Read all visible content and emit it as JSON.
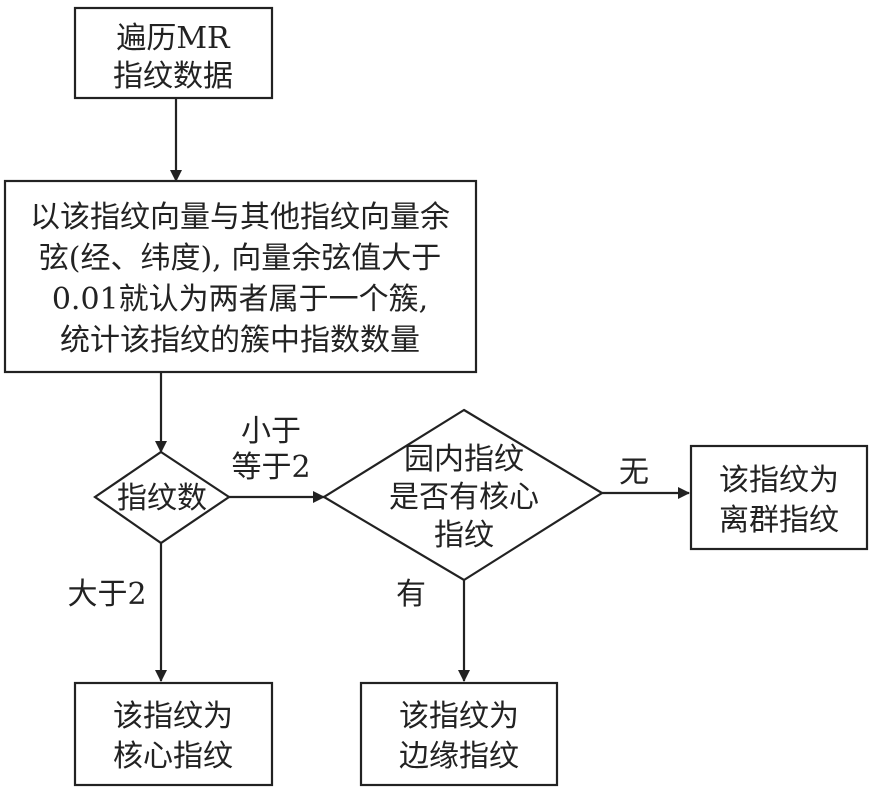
{
  "nodes": {
    "start": {
      "lines": [
        "遍历MR",
        "指纹数据"
      ]
    },
    "process": {
      "lines": [
        "以该指纹向量与其他指纹向量余",
        "弦(经、纬度), 向量余弦值大于",
        "0.01就认为两者属于一个簇,",
        "统计该指纹的簇中指数数量"
      ]
    },
    "count_decision": {
      "lines": [
        "指纹数"
      ]
    },
    "core_decision": {
      "lines": [
        "园内指纹",
        "是否有核心",
        "指纹"
      ]
    },
    "outlier": {
      "lines": [
        "该指纹为",
        "离群指纹"
      ]
    },
    "core": {
      "lines": [
        "该指纹为",
        "核心指纹"
      ]
    },
    "border": {
      "lines": [
        "该指纹为",
        "边缘指纹"
      ]
    }
  },
  "edges": {
    "le2": {
      "lines": [
        "小于",
        "等于2"
      ]
    },
    "gt2": {
      "lines": [
        "大于2"
      ]
    },
    "none": {
      "lines": [
        "无"
      ]
    },
    "has": {
      "lines": [
        "有"
      ]
    }
  }
}
